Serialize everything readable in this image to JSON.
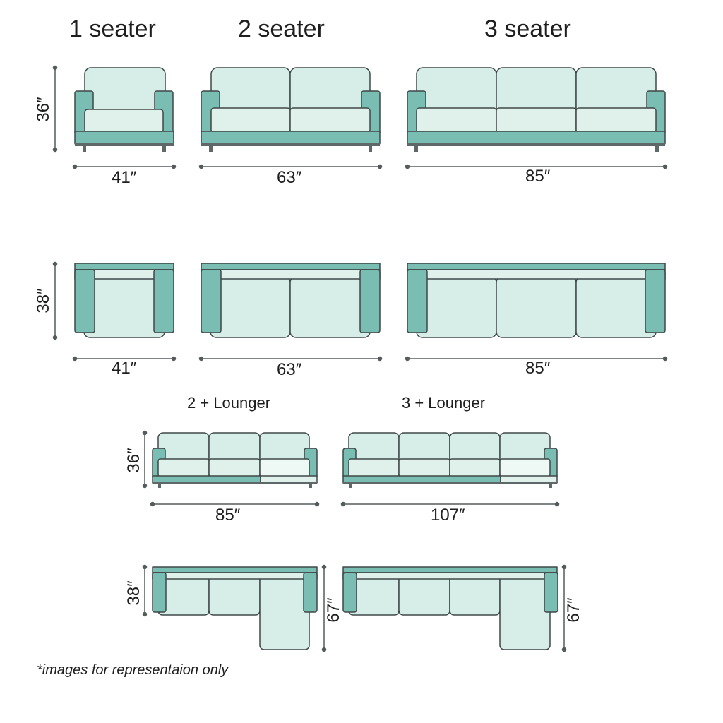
{
  "colors": {
    "teal": "#79bdb3",
    "seat": "#d7ede7",
    "cushion": "#e0f1ec",
    "outline": "#3f4848",
    "base": "#5f6868",
    "text": "#1e1e1e"
  },
  "titles": {
    "one": "1 seater",
    "two": "2 seater",
    "three": "3 seater",
    "two_lounger": "2 + Lounger",
    "three_lounger": "3 + Lounger"
  },
  "dims": {
    "h_36": "36″",
    "h_38": "38″",
    "w_41": "41″",
    "w_63": "63″",
    "w_85": "85″",
    "w_107": "107″",
    "d_67": "67″"
  },
  "note": "*images for representaion only"
}
